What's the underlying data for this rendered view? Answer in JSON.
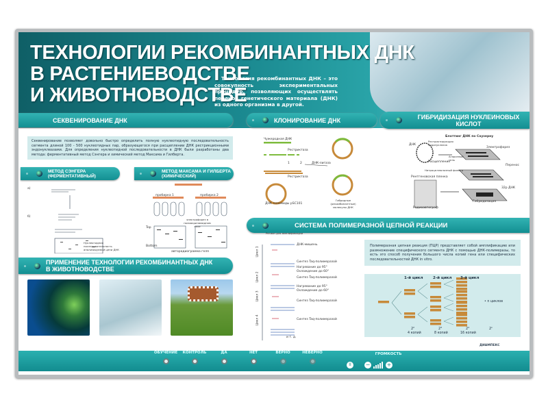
{
  "header": {
    "title_lines": [
      "ТЕХНОЛОГИИ РЕКОМБИНАНТНЫХ ДНК",
      "В РАСТЕНИЕВОДСТВЕ",
      "И ЖИВОТНОВОДСТВЕ"
    ],
    "lead": "Технология рекомбинантных ДНК – это совокупность экспериментальных процедур, позволяющих осуществлять перенос генетического материала (ДНК) из одного организма в другой."
  },
  "sections": {
    "sequencing": {
      "title": "СЕКВЕНИРОВАНИЕ ДНК",
      "text": "Секвенирование позволяет довольно быстро определить полную нуклеотидную последовательность сегмента длиной 100 - 500 нуклеотидных пар, образующегося при расщеплении ДНК рестрикционными эндонуклеазами. Для определения нуклеотидной последовательности в ДНК были разработаны два метода: ферментативный метод Сэнгера и химический метод Максама и Гилберта.",
      "sanger": {
        "title_lines": [
          "МЕТОД СЭНГЕРА",
          "(ФЕРМЕНТАТИВНЫЙ)"
        ],
        "labels": [
          "а)",
          "б)",
          "Нуклеотидная последовательность анализируемой цепи ДНК"
        ]
      },
      "maxam": {
        "title_lines": [
          "МЕТОД МАКСАМА И ГИЛБЕРТА",
          "(ХИМИЧЕСКИЙ)"
        ],
        "labels": [
          "пробирка 1",
          "пробирка 2",
          "электрофорез в полиакриламидном геле",
          "авторадиограмма геля",
          "Top",
          "Bottom"
        ]
      }
    },
    "cloning": {
      "title": "КЛОНИРОВАНИЕ ДНК",
      "labels": [
        "Чужеродная ДНК",
        "Рестриктаза",
        "ДНК-лигаза",
        "Рестриктаза",
        "ДНК плазмиды pSC101",
        "Гибридные (рекомбинантные) молекулы ДНК",
        "1",
        "2"
      ]
    },
    "hybridization": {
      "title_lines": [
        "ГИБРИДИЗАЦИЯ НУКЛЕИНОВЫХ",
        "КИСЛОТ"
      ],
      "labels": [
        "Блоттинг ДНК по Саузерну",
        "ДНК",
        "Рестриктирующая эндонуклеаза",
        "Электрофорез",
        "Агарозный гель",
        "Расщепление",
        "Перенос",
        "Нитроцеллюлозный фильтр",
        "Рентгеновская пленка",
        "32р ДНК",
        "Гибридизация",
        "Радиоавтограф"
      ]
    },
    "pcr": {
      "title": "СИСТЕМА ПОЛИМЕРАЗНОЙ ЦЕПНОЙ РЕАКЦИИ",
      "text": "Полимеразная цепная реакция (ПЦР) представляет собой амплификацию или размножение специфического сегмента ДНК с помощью ДНК-полимеразы, то есть это способ получения большого числа копий гена или специфических последовательностей ДНК in vitro.",
      "cycles": [
        "Цикл 1",
        "Цикл 2",
        "Цикл 3",
        "Цикл 4"
      ],
      "steps": [
        "ДНК-мишень",
        "Нагревание до 95°",
        "Охлаждение до 60°",
        "Синтез Taq-полимеразой",
        "и т. д."
      ],
      "region": "Регион для амплификации",
      "diagram": {
        "headers": [
          "1-й цикл",
          "2-й цикл",
          "3-й цикл"
        ],
        "powers": [
          "2²",
          "2³",
          "2⁴",
          "2ⁿ"
        ],
        "copies": [
          "4 копий",
          "8 копий",
          "16 копий"
        ],
        "n_label": "• n циклов"
      }
    },
    "application": {
      "title_lines": [
        "ПРИМЕНЕНИЕ ТЕХНОЛОГИИ РЕКОМБИНАНТНЫХ ДНК",
        "В ЖИВОТНОВОДСТВЕ"
      ]
    }
  },
  "controls": {
    "buttons": [
      "ОБУЧЕНИЕ",
      "КОНТРОЛЬ",
      "ДА",
      "НЕТ",
      "ВЕРНО",
      "НЕВЕРНО"
    ],
    "volume": "ГРОМКОСТЬ"
  },
  "logo": "ДИАМПЕКС",
  "colors": {
    "teal": "#1b9a9c",
    "light_box": "#d2ebec",
    "dna_orange": "#c78a3a",
    "dna_green": "#7dbb3c"
  }
}
